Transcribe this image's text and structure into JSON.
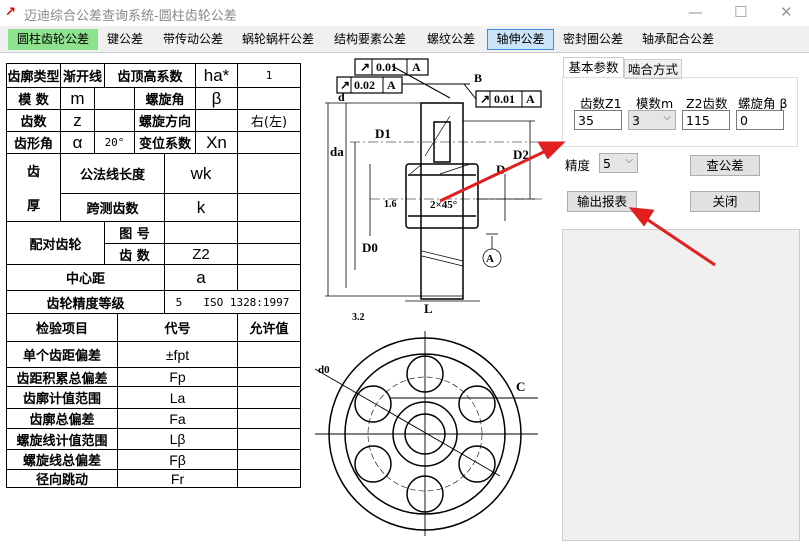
{
  "window": {
    "title": "迈迪综合公差查询系统-圆柱齿轮公差",
    "icon": "app-logo-icon"
  },
  "nav": {
    "tabs": [
      "圆柱齿轮公差",
      "键公差",
      "带传动公差",
      "蜗轮蜗杆公差",
      "结构要素公差",
      "螺纹公差",
      "轴伸公差",
      "密封圈公差",
      "轴承配合公差"
    ],
    "active": "圆柱齿轮公差",
    "selected": "轴伸公差",
    "active_color": "#8ee28e"
  },
  "table": {
    "r1": [
      "齿廓类型",
      "渐开线",
      "齿顶高系数",
      "ha*",
      "1"
    ],
    "r2": [
      "模 数",
      "m",
      "螺旋角",
      "β"
    ],
    "r3": [
      "齿数",
      "z",
      "螺旋方向",
      "右(左)"
    ],
    "r4": [
      "齿形角",
      "α",
      "20°",
      "变位系数",
      "Xn"
    ],
    "thick": {
      "label1": "齿",
      "label2": "厚",
      "wk_label": "公法线长度",
      "wk": "wk",
      "k_label": "跨测齿数",
      "k": "k"
    },
    "mate": {
      "label": "配对齿轮",
      "drawing_no": "图 号",
      "teeth": "齿 数",
      "z2": "Z2"
    },
    "center": {
      "label": "中心距",
      "sym": "a"
    },
    "grade": {
      "label": "齿轮精度等级",
      "value": "5",
      "standard": "ISO 1328:1997"
    },
    "inspect_headers": [
      "检验项目",
      "代号",
      "允许值"
    ],
    "inspect_rows": [
      [
        "单个齿距偏差",
        "±fpt"
      ],
      [
        "齿距积累总偏差",
        "Fp"
      ],
      [
        "齿廓计值范围",
        "La"
      ],
      [
        "齿廓总偏差",
        "Fa"
      ],
      [
        "螺旋线计值范围",
        "Lβ"
      ],
      [
        "螺旋线总偏差",
        "Fβ"
      ],
      [
        "径向跳动",
        "Fr"
      ]
    ]
  },
  "drawing": {
    "labels": {
      "d": "d",
      "da": "da",
      "D1": "D1",
      "D2": "D2",
      "D": "D",
      "D0": "D0",
      "L": "L",
      "B": "B",
      "A": "A",
      "C": "C",
      "d0": "d0",
      "chamfer": "2×45°",
      "r16": "1.6",
      "r32": "3.2"
    },
    "tol": [
      {
        "sym": "↗",
        "val": "0.01",
        "ref": "A"
      },
      {
        "sym": "↗",
        "val": "0.02",
        "ref": "A"
      },
      {
        "sym": "↗",
        "val": "0.01",
        "ref": "A"
      }
    ]
  },
  "panel": {
    "tabs": [
      "基本参数",
      "啮合方式"
    ],
    "active_tab": "基本参数",
    "fields": [
      {
        "label": "齿数Z1",
        "value": "35"
      },
      {
        "label": "模数m",
        "value": "3"
      },
      {
        "label": "Z2齿数",
        "value": "115"
      },
      {
        "label": "螺旋角 β",
        "value": "0"
      }
    ],
    "precision": {
      "label": "精度",
      "value": "5"
    },
    "buttons": {
      "query": "查公差",
      "export": "输出报表",
      "close": "关闭"
    }
  },
  "annotation_color": "#e02020"
}
